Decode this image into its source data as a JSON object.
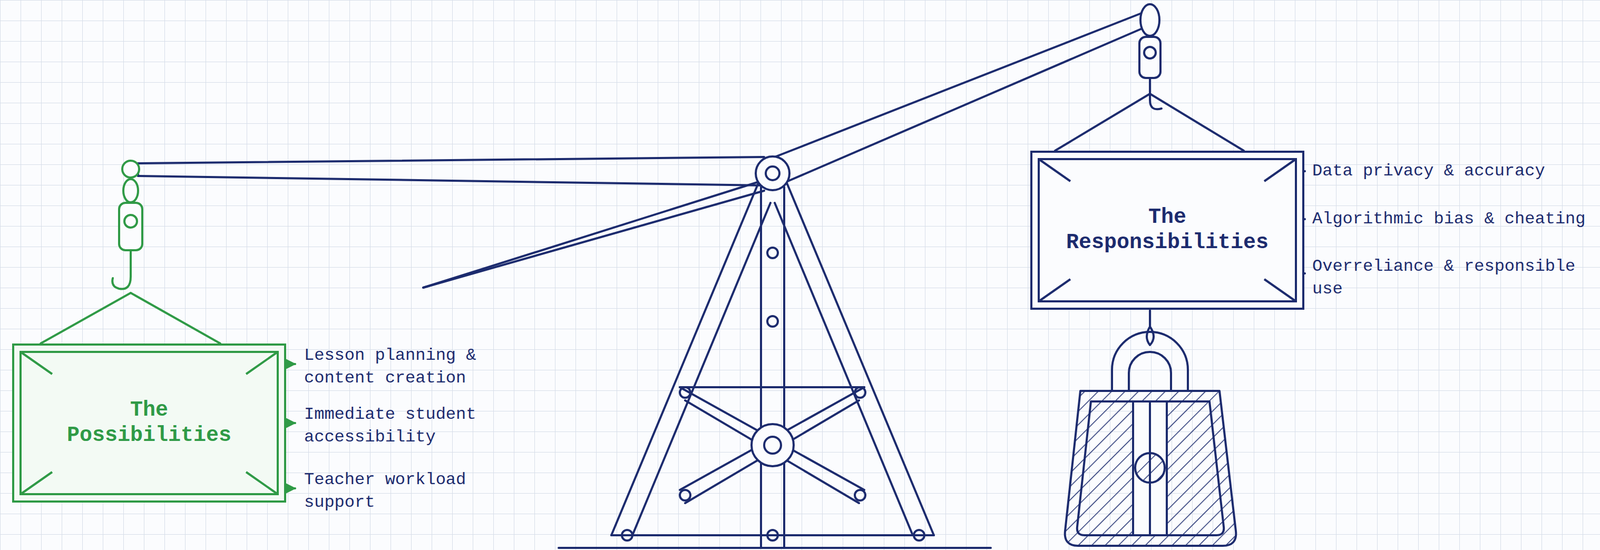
{
  "diagram": {
    "nodes": [
      {
        "text": [
          "The Possibilities"
        ]
      },
      {
        "text": [
          "The Responsibilities"
        ]
      }
    ],
    "labels": [
      "Lesson planning & content creation",
      "Immediate student accessibility",
      "Teacher workload support",
      "Data privacy & accuracy",
      "Algorithmic bias & cheating",
      "Overreliance & responsible use"
    ]
  }
}
